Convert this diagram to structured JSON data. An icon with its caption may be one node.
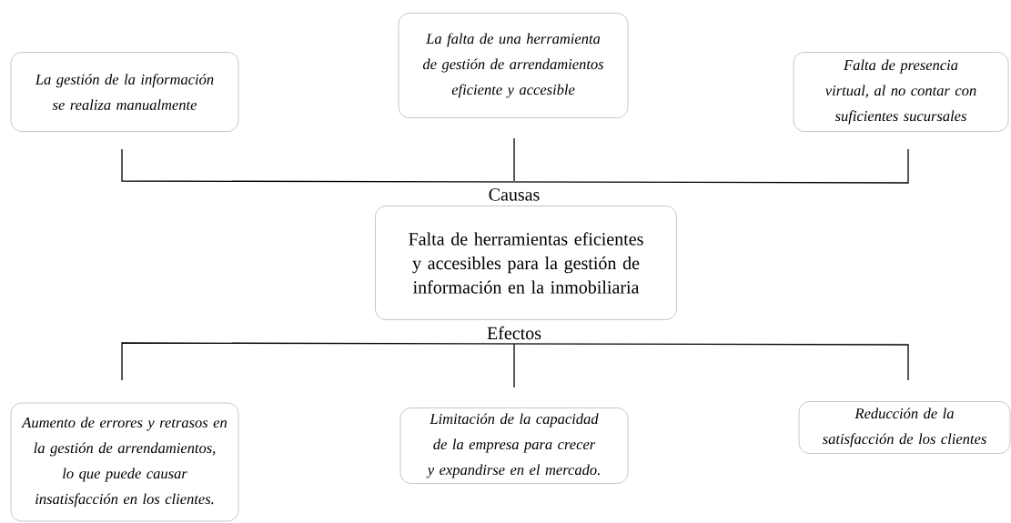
{
  "diagram": {
    "nodes": [
      {
        "text": [
          "La gestión de la información se realiza manualmente"
        ]
      },
      {
        "text": [
          "La falta de una herramienta de gestión de arrendamientos eficiente y accesible"
        ]
      },
      {
        "text": [
          "Falta de presencia virtual, al no contar con suficientes sucursales"
        ]
      },
      {
        "text": [
          "Falta de herramientas eficientes y accesibles para la gestión de información en la inmobiliaria"
        ]
      },
      {
        "text": [
          "Aumento de errores y retrasos en la gestión de arrendamientos, lo que puede causar insatisfacción en los clientes."
        ]
      },
      {
        "text": [
          "Limitación de la capacidad de la empresa para crecer y expandirse en el mercado."
        ]
      },
      {
        "text": [
          "Reducción de la satisfacción de los clientes"
        ]
      }
    ],
    "labels": [
      "Causas",
      "Efectos"
    ]
  }
}
